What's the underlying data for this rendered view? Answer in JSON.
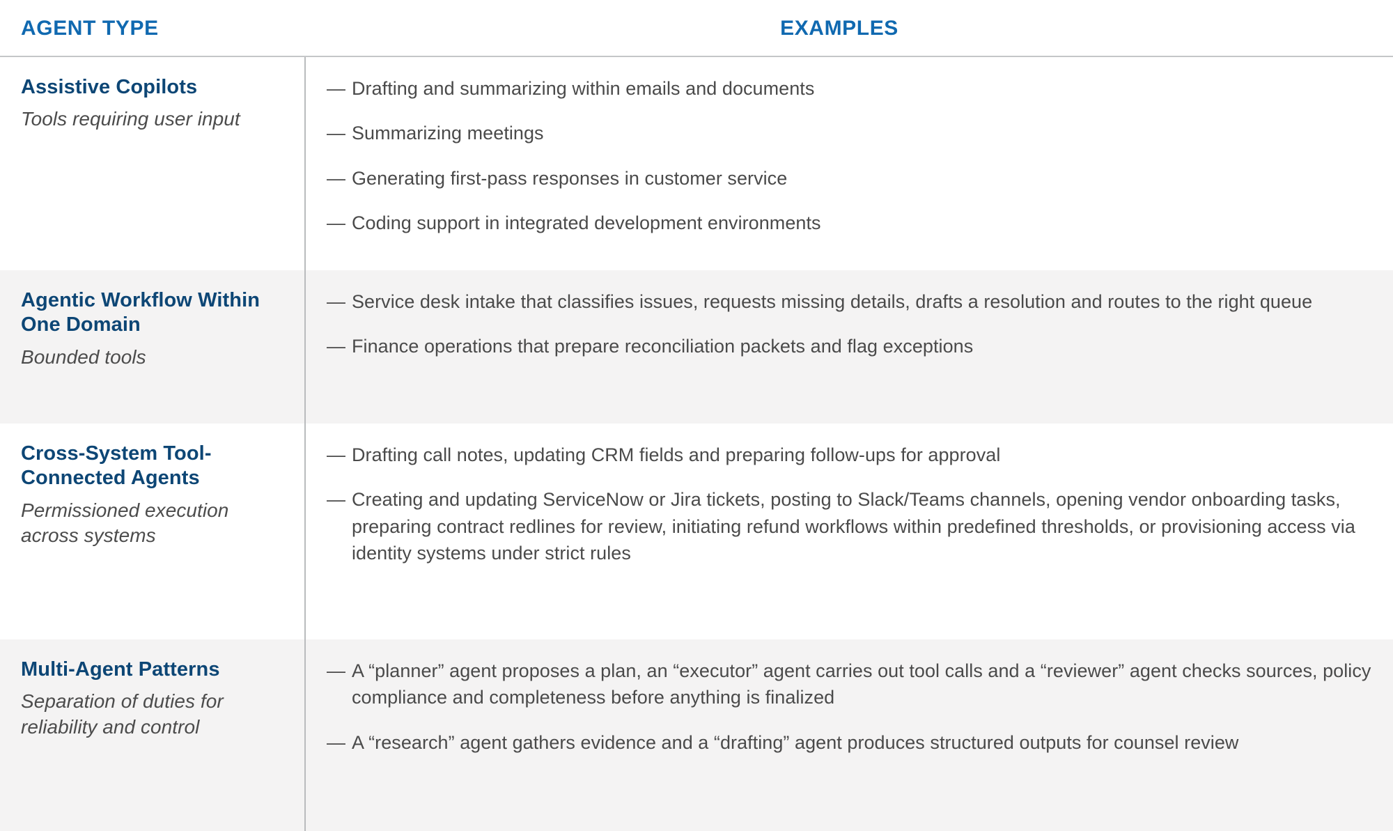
{
  "table": {
    "headers": {
      "agent_type": "AGENT TYPE",
      "examples": "EXAMPLES"
    },
    "colors": {
      "header_blue": "#1069b0",
      "title_navy": "#0d4675",
      "body_gray": "#4a4a4a",
      "alt_row_bg": "#f4f3f3",
      "rule_gray": "#c4c6c8"
    },
    "bullet_marker": "—",
    "rows": [
      {
        "title": "Assistive Copilots",
        "subtitle": "Tools requiring user input",
        "examples": [
          "Drafting and summarizing within emails and documents",
          "Summarizing meetings",
          "Generating first-pass responses in customer service",
          "Coding support in integrated development environments"
        ]
      },
      {
        "title": "Agentic Workflow Within One Domain",
        "subtitle": "Bounded tools",
        "examples": [
          "Service desk intake that classifies issues, requests missing details, drafts a resolution and routes to the right queue",
          "Finance operations that prepare reconciliation packets and flag exceptions"
        ]
      },
      {
        "title": "Cross-System Tool-Connected Agents",
        "subtitle": "Permissioned execution across systems",
        "examples": [
          "Drafting call notes, updating CRM fields and preparing follow-ups for approval",
          "Creating and updating ServiceNow or Jira tickets, posting to Slack/Teams channels, opening vendor onboarding tasks, preparing contract redlines for review, initiating refund workflows within predefined thresholds, or provisioning access via identity systems under strict rules"
        ]
      },
      {
        "title": "Multi-Agent Patterns",
        "subtitle": "Separation of duties for reliability and control",
        "examples": [
          "A “planner” agent proposes a plan, an “executor” agent carries out tool calls and a “reviewer” agent checks sources, policy compliance and completeness before anything is finalized",
          "A “research” agent gathers evidence and a “drafting” agent produces structured outputs for counsel review"
        ]
      }
    ]
  }
}
